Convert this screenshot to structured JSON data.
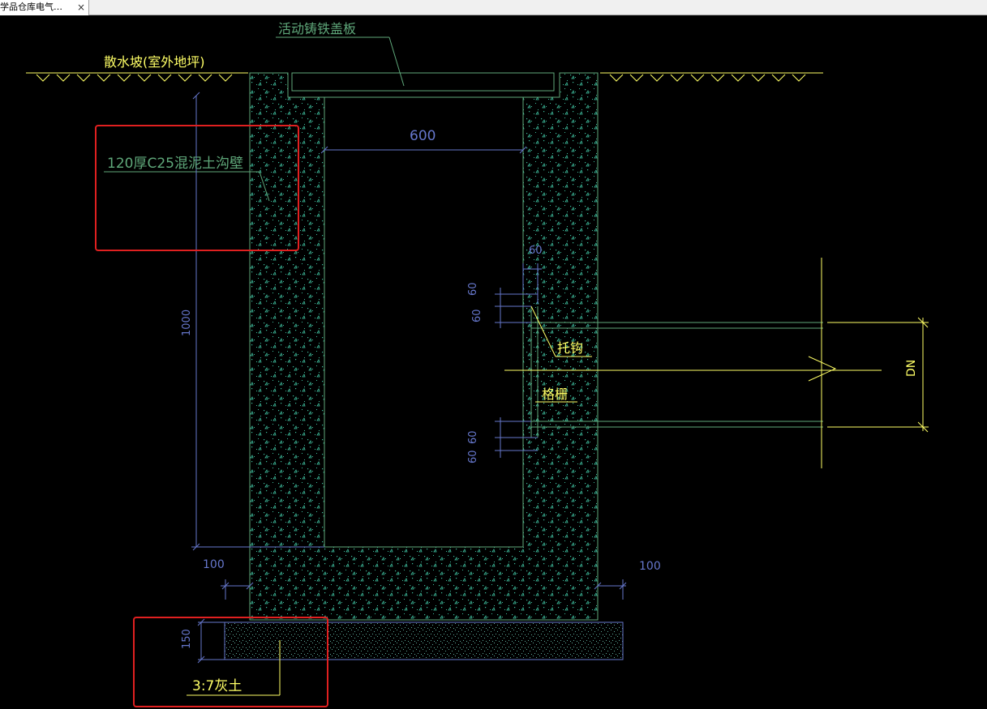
{
  "tab": {
    "title": "学品仓库电气…",
    "close": "×"
  },
  "labels": {
    "apron": "散水坡(室外地坪)",
    "cover": "活动铸铁盖板",
    "width600": "600",
    "wall": "120厚C25混泥土沟壁",
    "dim60_top": "60",
    "dim60_a": "60",
    "dim60_b": "60",
    "bracket": "托钩",
    "grille": "格栅",
    "dn": "DN",
    "depth1000": "1000",
    "dim100_left": "100",
    "dim100_right": "100",
    "dim150": "150",
    "dim60_c": "60",
    "dim60_d": "60",
    "lime_soil": "3:7灰土"
  },
  "colors": {
    "background": "#000000",
    "geometry": "#5fa87a",
    "yellow": "#ffff66",
    "dimension": "#6677cc",
    "highlight": "#e02020",
    "hatch": "#3fbf9f"
  }
}
